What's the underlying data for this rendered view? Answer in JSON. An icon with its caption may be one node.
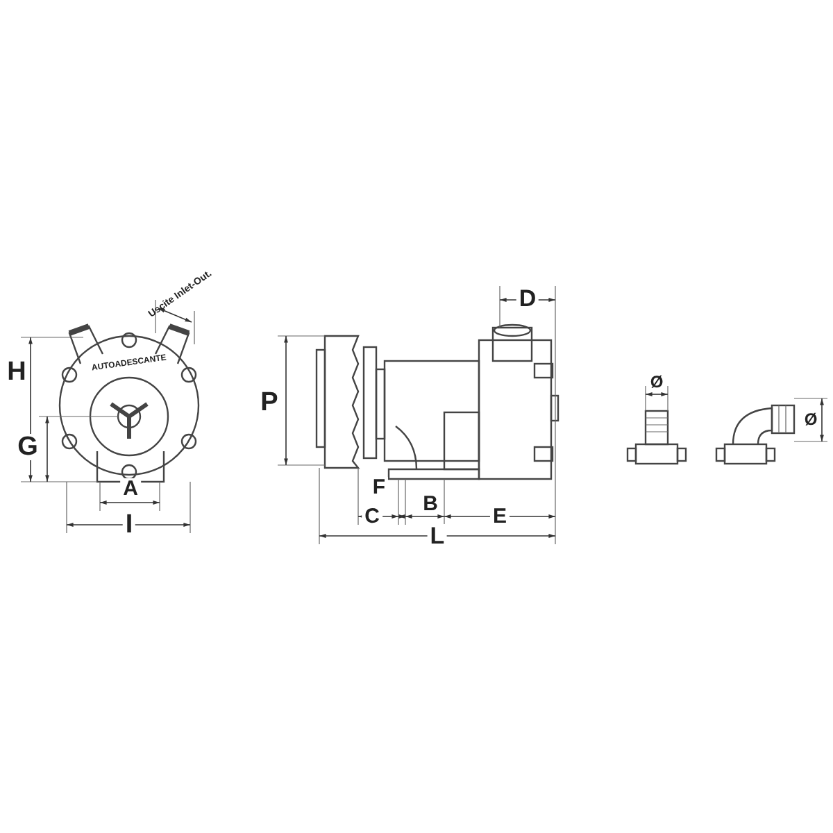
{
  "diagram": {
    "labels": [
      "Uscite Inlet-Out.",
      "D",
      "H",
      "AUTOADESCANTE",
      "P",
      "Ø",
      "Ø",
      "G",
      "F",
      "A",
      "C",
      "B",
      "E",
      "I",
      "L"
    ]
  }
}
